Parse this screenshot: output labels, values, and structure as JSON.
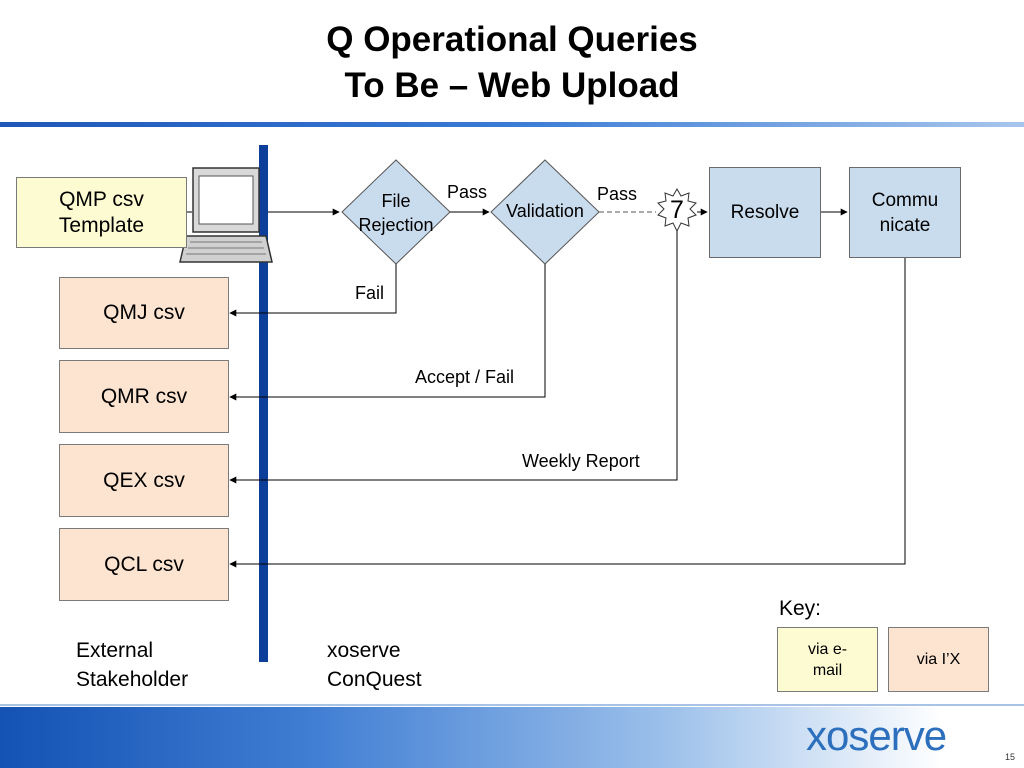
{
  "title": {
    "line1": "Q Operational Queries",
    "line2": "To Be – Web Upload"
  },
  "template_box": {
    "line1": "QMP csv",
    "line2": "Template"
  },
  "csv_boxes": [
    "QMJ csv",
    "QMR csv",
    "QEX csv",
    "QCL csv"
  ],
  "process": {
    "file_rejection": {
      "line1": "File",
      "line2": "Rejection"
    },
    "validation": "Validation",
    "step_badge": "7",
    "resolve": "Resolve",
    "communicate": {
      "line1": "Commu",
      "line2": "nicate"
    }
  },
  "flow_labels": {
    "pass1": "Pass",
    "pass2": "Pass",
    "fail": "Fail",
    "accept_fail": "Accept / Fail",
    "weekly_report": "Weekly Report"
  },
  "zones": {
    "left": {
      "line1": "External",
      "line2": "Stakeholder"
    },
    "right": {
      "line1": "xoserve",
      "line2": "ConQuest"
    }
  },
  "key": {
    "heading": "Key:",
    "email": {
      "line1": "via e-",
      "line2": "mail"
    },
    "ix": "via I’X"
  },
  "footer": {
    "logo": "xoserve",
    "page_number": "15"
  },
  "colors": {
    "email_fill": "#fdfbd2",
    "ix_fill": "#fde4d0",
    "process_fill": "#c9dcee",
    "divider": "#0d3e9a",
    "accent": "#1f57b8"
  }
}
